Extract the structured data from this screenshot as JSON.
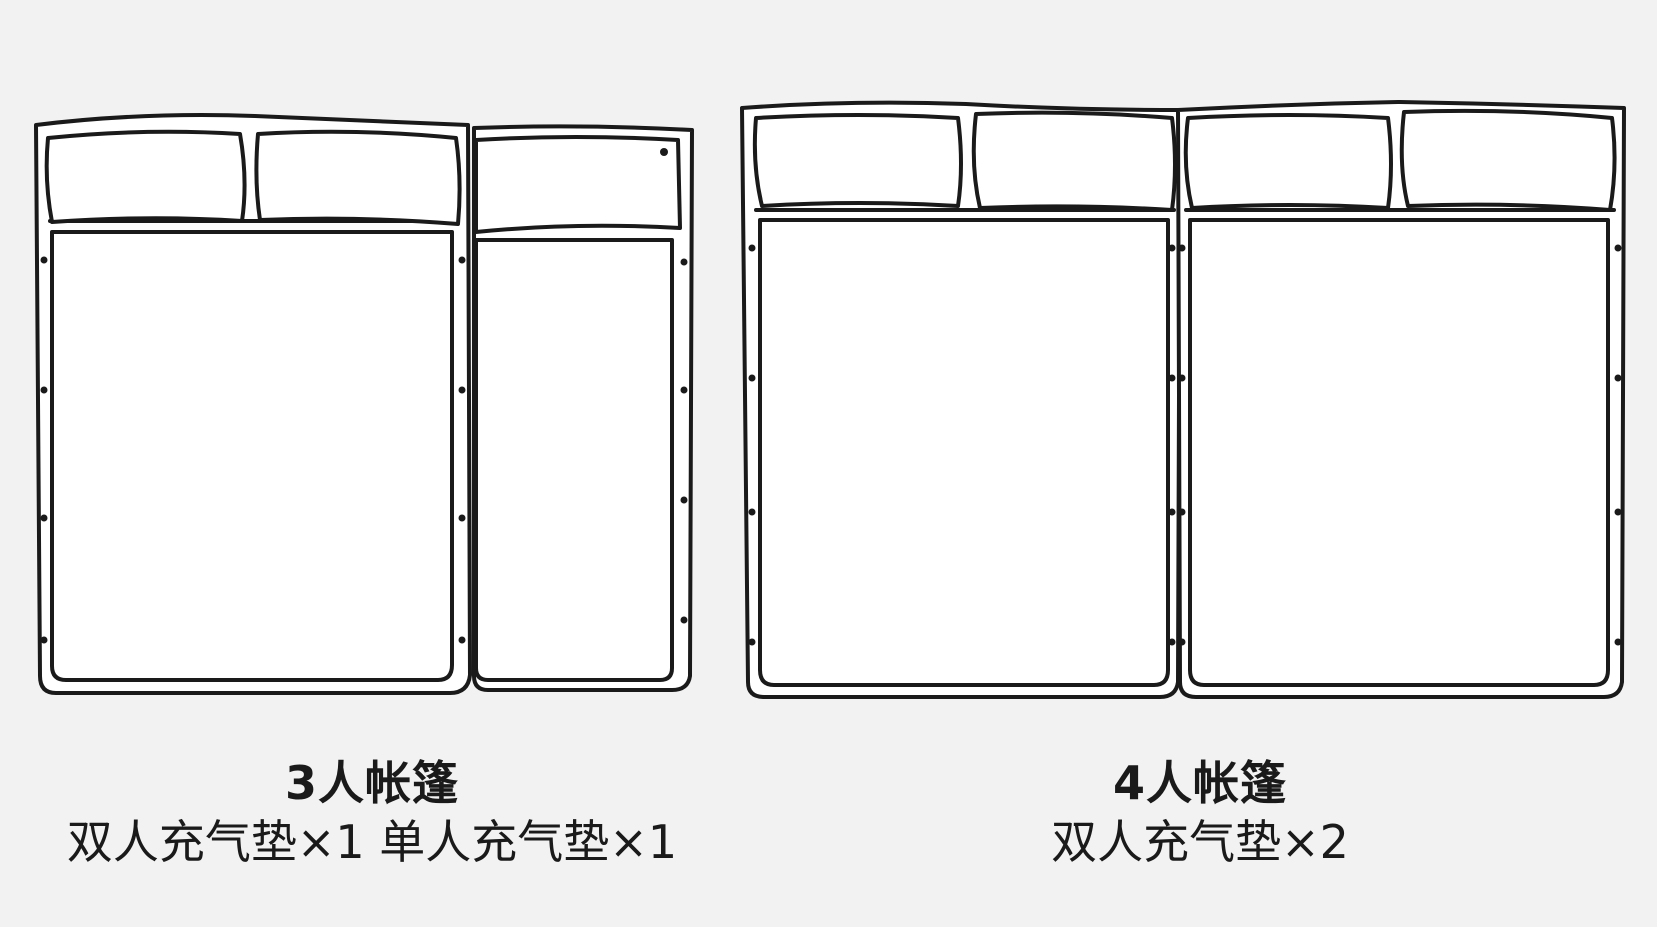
{
  "products": [
    {
      "id": "tent-3",
      "title": "3人帐篷",
      "description": "双人充气垫×1 单人充气垫×1"
    },
    {
      "id": "tent-4",
      "title": "4人帐篷",
      "description": "双人充气垫×2"
    }
  ],
  "colors": {
    "background": "#f2f2f2",
    "stroke": "#1a1a1a",
    "fill": "#ffffff"
  }
}
